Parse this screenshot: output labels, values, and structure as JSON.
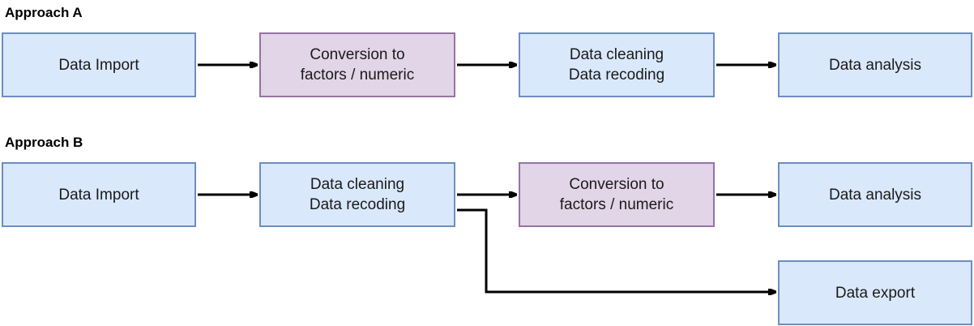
{
  "diagram": {
    "title_a": "Approach A",
    "title_b": "Approach B",
    "colors": {
      "box_fill_blue": "#dae8fc",
      "box_stroke_blue": "#6c8ebf",
      "box_fill_purple": "#e1d5e7",
      "box_stroke_purple": "#9673a6",
      "edge_stroke": "#000000",
      "background": "#ffffff",
      "text": "#1a1a1a"
    },
    "approach_a": {
      "label": "Approach A",
      "nodes": [
        {
          "id": "a1",
          "text": "Data Import",
          "style": "blue"
        },
        {
          "id": "a2",
          "text": "Conversion to\nfactors / numeric",
          "style": "purple"
        },
        {
          "id": "a3",
          "text": "Data cleaning\nData recoding",
          "style": "blue"
        },
        {
          "id": "a4",
          "text": "Data analysis",
          "style": "blue"
        }
      ],
      "edges": [
        {
          "from": "a1",
          "to": "a2",
          "kind": "straight-arrow"
        },
        {
          "from": "a2",
          "to": "a3",
          "kind": "straight-arrow"
        },
        {
          "from": "a3",
          "to": "a4",
          "kind": "straight-arrow"
        }
      ]
    },
    "approach_b": {
      "label": "Approach B",
      "nodes": [
        {
          "id": "b1",
          "text": "Data Import",
          "style": "blue"
        },
        {
          "id": "b2",
          "text": "Data cleaning\nData recoding",
          "style": "blue"
        },
        {
          "id": "b3",
          "text": "Conversion to\nfactors / numeric",
          "style": "purple"
        },
        {
          "id": "b4",
          "text": "Data analysis",
          "style": "blue"
        },
        {
          "id": "b5",
          "text": "Data export",
          "style": "blue"
        }
      ],
      "edges": [
        {
          "from": "b1",
          "to": "b2",
          "kind": "straight-arrow"
        },
        {
          "from": "b2",
          "to": "b3",
          "kind": "straight-arrow"
        },
        {
          "from": "b3",
          "to": "b4",
          "kind": "straight-arrow"
        },
        {
          "from": "b2",
          "to": "b5",
          "kind": "elbow-arrow"
        }
      ]
    }
  }
}
